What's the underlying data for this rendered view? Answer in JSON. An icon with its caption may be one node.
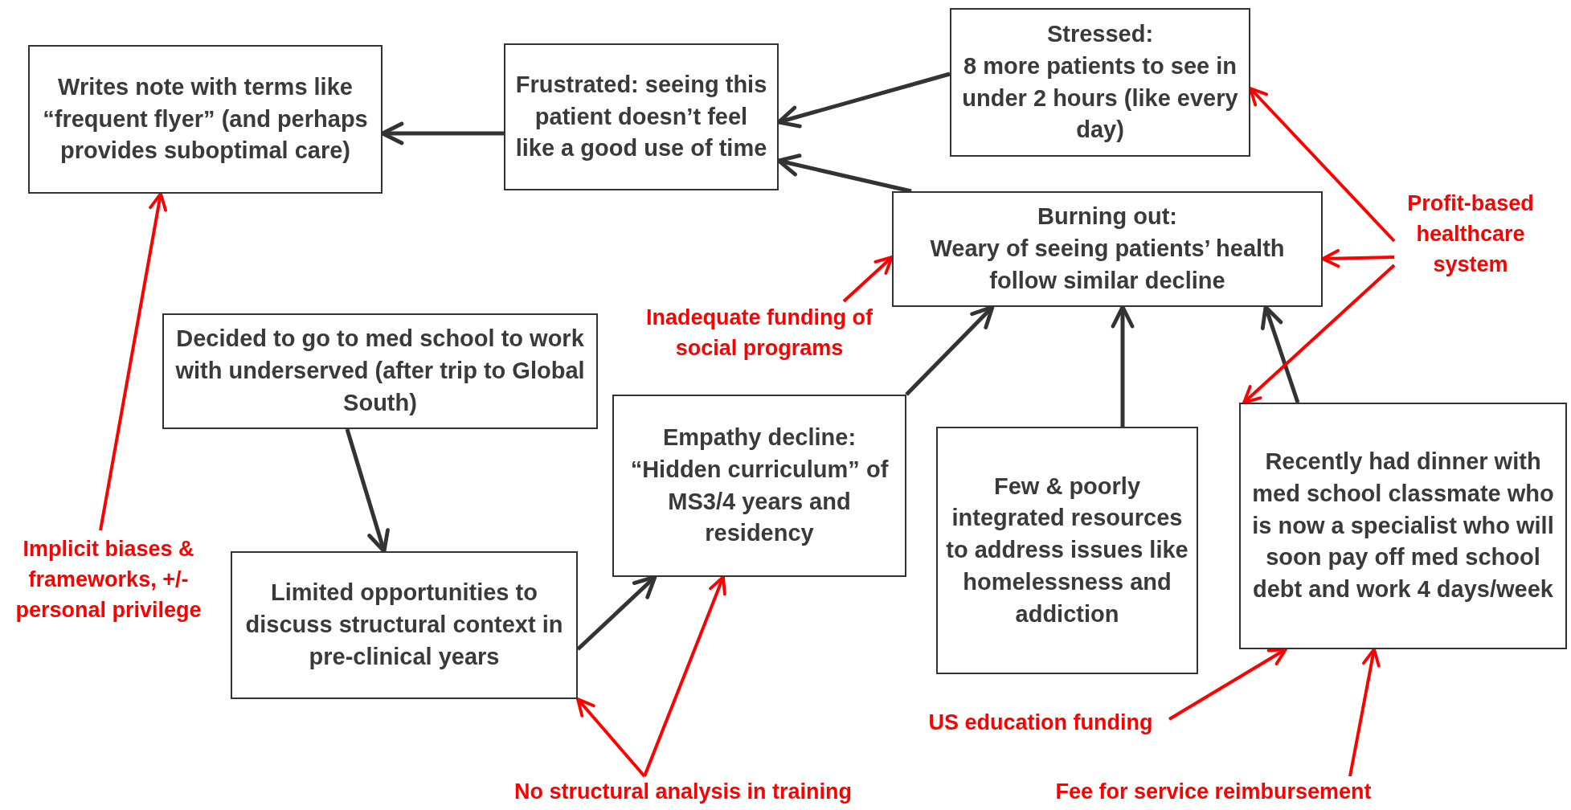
{
  "diagram": {
    "nodes": [
      {
        "text": [
          "Writes note with terms like “frequent flyer” (and perhaps provides suboptimal care)"
        ]
      },
      {
        "text": [
          "Frustrated: seeing this patient doesn’t feel like a good use of time"
        ]
      },
      {
        "text": [
          "Stressed:",
          "8 more patients to see in under 2 hours (like every day)"
        ]
      },
      {
        "text": [
          "Burning out:",
          "Weary of seeing patients’ health follow similar decline"
        ]
      },
      {
        "text": [
          "Decided to go to med school to work with underserved (after trip to Global South)"
        ]
      },
      {
        "text": [
          "Empathy decline: “Hidden curriculum” of MS3/4 years and residency"
        ]
      },
      {
        "text": [
          "Limited opportunities to discuss structural context in pre-clinical years"
        ]
      },
      {
        "text": [
          "Few & poorly integrated resources to address issues like homelessness and addiction"
        ]
      },
      {
        "text": [
          "Recently had dinner with med school classmate who is now a specialist who will soon pay off med school debt and work 4 days/week"
        ]
      },
      {
        "text": [
          "Profit-based healthcare system"
        ]
      },
      {
        "text": [
          "Inadequate funding of social programs"
        ]
      },
      {
        "text": [
          "Implicit biases & frameworks, +/- personal privilege"
        ]
      },
      {
        "text": [
          "No structural analysis in training"
        ]
      },
      {
        "text": [
          "US education funding"
        ]
      },
      {
        "text": [
          "Fee for service reimbursement"
        ]
      }
    ],
    "edges": [
      {
        "from": 1,
        "to": 0,
        "arrow": "to",
        "color": "#333333"
      },
      {
        "from": 2,
        "to": 1,
        "arrow": "to",
        "color": "#333333"
      },
      {
        "from": 3,
        "to": 1,
        "arrow": "to",
        "color": "#333333"
      },
      {
        "from": 5,
        "to": 3,
        "arrow": "to",
        "color": "#333333"
      },
      {
        "from": 7,
        "to": 3,
        "arrow": "to",
        "color": "#333333"
      },
      {
        "from": 8,
        "to": 3,
        "arrow": "to",
        "color": "#333333"
      },
      {
        "from": 4,
        "to": 6,
        "arrow": "to",
        "color": "#333333"
      },
      {
        "from": 6,
        "to": 5,
        "arrow": "to",
        "color": "#333333"
      },
      {
        "from": 11,
        "to": 0,
        "arrow": "to"
      },
      {
        "from": 10,
        "to": 3,
        "arrow": "to"
      },
      {
        "from": 9,
        "to": 2,
        "arrow": "to"
      },
      {
        "from": 9,
        "to": 3,
        "arrow": "to"
      },
      {
        "from": 9,
        "to": 8,
        "arrow": "to"
      },
      {
        "from": 12,
        "to": 6,
        "arrow": "to"
      },
      {
        "from": 12,
        "to": 5,
        "arrow": "to"
      },
      {
        "from": 13,
        "to": 8,
        "arrow": "to"
      },
      {
        "from": 14,
        "to": 8,
        "arrow": "to"
      }
    ]
  }
}
